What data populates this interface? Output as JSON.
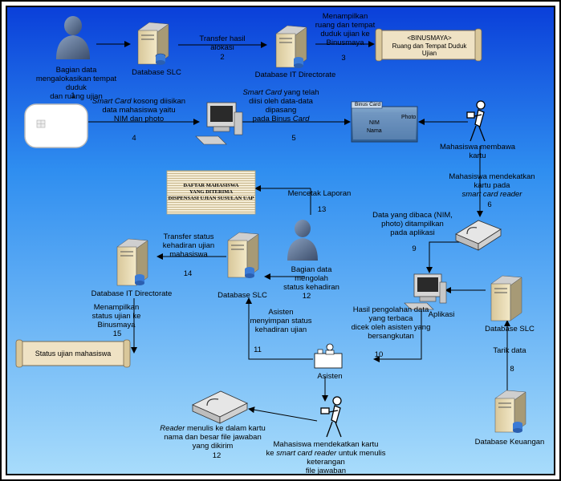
{
  "labels": {
    "bagian_data_top": "Bagian data\nmengalokasikan tempat duduk\ndan ruang ujian",
    "bagian_data_top_num": "1",
    "db_slc_top": "Database SLC",
    "transfer_hasil": "Transfer hasil\nalokasi",
    "transfer_hasil_num": "2",
    "db_it_top": "Database IT Directorate",
    "menampilkan_ruang": "Menampilkan\nruang dan tempat\nduduk ujian ke\nBinusmaya",
    "menampilkan_ruang_num": "3",
    "binusmaya_title": "<BINUSMAYA>",
    "binusmaya_sub": "Ruang dan Tempat Duduk\nUjian",
    "smart_card_kosong_1": "Smart Card",
    "smart_card_kosong_2": " kosong diisikan\ndata mahasiswa yaitu\nNIM dan photo",
    "step4": "4",
    "smart_card_diisi_1": "Smart Card",
    "smart_card_diisi_2": " yang telah\ndiisi oleh data-data\ndipasang\npada Binus ",
    "smart_card_diisi_3": "Card",
    "step5": "5",
    "binus_card_title": "Binus Card",
    "binus_card_photo": "Photo",
    "binus_card_nim": "NIM",
    "binus_card_nama": "Nama",
    "mhs_membawa": "Mahasiswa membawa\nkartu",
    "mhs_mendekatkan_1": "Mahasiswa mendekatkan\nkartu pada",
    "mhs_mendekatkan_2": "smart card reader",
    "step6": "6",
    "daftar_doc": "DAFTAR MAHASISWA\nYANG DITERIMA\nDISPENSASI UJIAN SUSULAN UAP",
    "mencetak": "Mencetak Laporan",
    "step13": "13",
    "data_dibaca": "Data yang dibaca (NIM,\nphoto) ditampilkan\npada aplikasi",
    "step9": "9",
    "transfer_status": "Transfer status\nkehadiran ujian\nmahasiswa",
    "step14": "14",
    "bagian_data_status": "Bagian data\nmengolah\nstatus kehadiran",
    "step12_status": "12",
    "db_it_bottom": "Database IT Directorate",
    "db_slc_mid": "Database SLC",
    "menampilkan_status": "Menampilkan\nstatus ujian ke\nBinusmaya",
    "step15": "15",
    "asisten_menyimpan": "Asisten\nmenyimpan status\nkehadiran ujian",
    "step11": "11",
    "hasil_pengolahan": "Hasil pengolahan data\nyang terbaca\ndicek oleh asisten yang\nbersangkutan",
    "step10": "10",
    "aplikasi": "Aplikasi",
    "db_slc_right": "Database SLC",
    "tarik_data": "Tarik data",
    "step8": "8",
    "status_ujian_box": "Status ujian mahasiswa",
    "asisten": "Asisten",
    "reader_menulis_1": "Reader",
    "reader_menulis_2": " menulis ke dalam kartu\nnama dan besar file jawaban\nyang dikirim",
    "step12_reader": "12",
    "mhs_kartu_1": "Mahasiswa mendekatkan kartu\nke ",
    "mhs_kartu_2": "smart card reader",
    "mhs_kartu_3": " untuk menulis keterangan\nfile jawaban",
    "db_keuangan": "Database Keuangan"
  },
  "colors": {
    "bg_top": "#0a3fd9",
    "bg_mid": "#2f8ef0",
    "bg_bottom": "#a8dcfb",
    "scroll": "#efe2c4",
    "scroll_border": "#7a6a50"
  }
}
